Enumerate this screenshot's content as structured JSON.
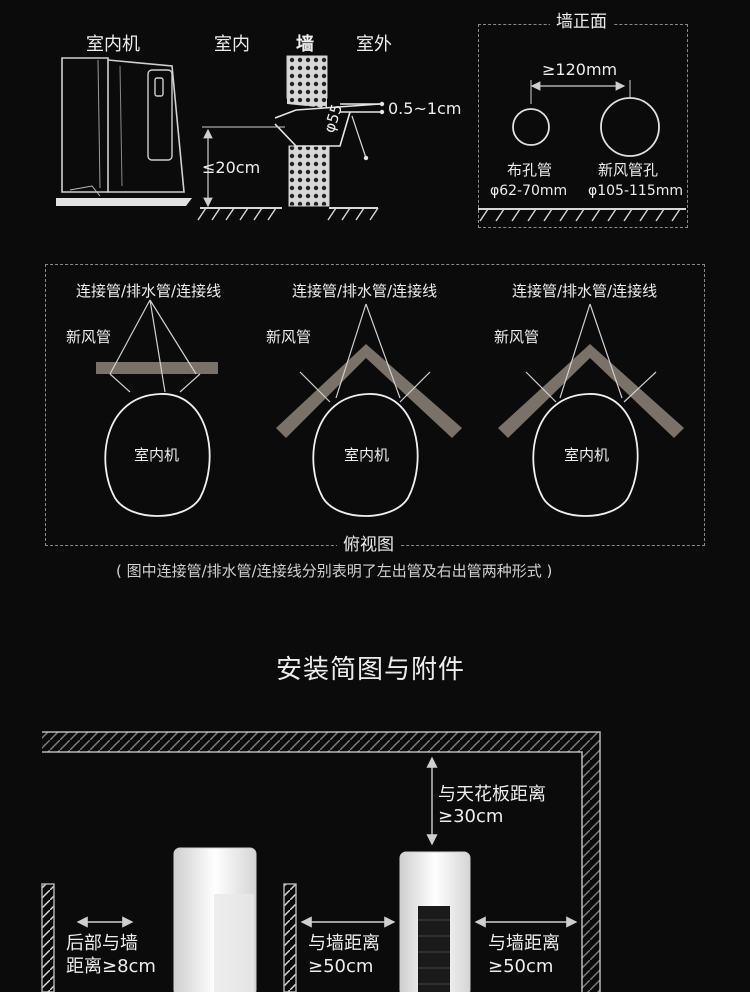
{
  "side_view": {
    "indoor_unit": "室内机",
    "indoor": "室内",
    "wall": "墙",
    "outdoor": "室外",
    "slope": "0.5~1cm",
    "diameter": "φ55",
    "height": "≤20cm"
  },
  "wall_front": {
    "title": "墙正面",
    "spacing": "≥120mm",
    "hole1_name": "布孔管",
    "hole1_size": "φ62-70mm",
    "hole2_name": "新风管孔",
    "hole2_size": "φ105-115mm"
  },
  "top_view": {
    "pipe_label": "连接管/排水管/连接线",
    "fresh_air": "新风管",
    "unit": "室内机",
    "title": "俯视图",
    "caption": "( 图中连接管/排水管/连接线分别表明了左出管及右出管两种形式 )"
  },
  "install": {
    "heading": "安装简图与附件",
    "ceiling_line1": "与天花板距离",
    "ceiling_line2": "≥30cm",
    "rear_line1": "后部与墙",
    "rear_line2": "距离≥8cm",
    "side1_line1": "与墙距离",
    "side1_line2": "≥50cm",
    "side2_line1": "与墙距离",
    "side2_line2": "≥50cm"
  }
}
